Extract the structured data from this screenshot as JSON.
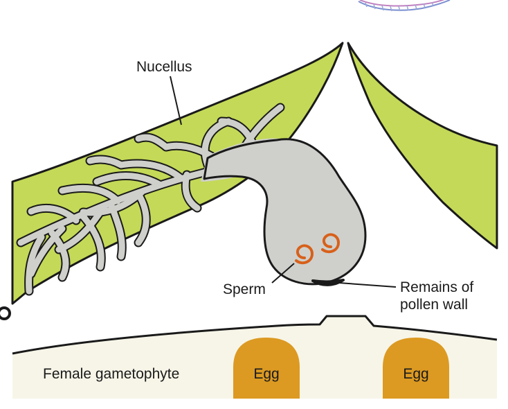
{
  "labels": {
    "nucellus": "Nucellus",
    "sperm": "Sperm",
    "pollen_wall_line1": "Remains of",
    "pollen_wall_line2": "pollen wall",
    "female_gametophyte": "Female gametophyte",
    "egg_left": "Egg",
    "egg_right": "Egg"
  },
  "colors": {
    "nucellus": "#c4d957",
    "pollen_tube": "#cfd0cc",
    "egg": "#dc9a22",
    "sperm": "#d8601a",
    "gametophyte": "#f7f5e8",
    "outline": "#1a1a1a"
  }
}
